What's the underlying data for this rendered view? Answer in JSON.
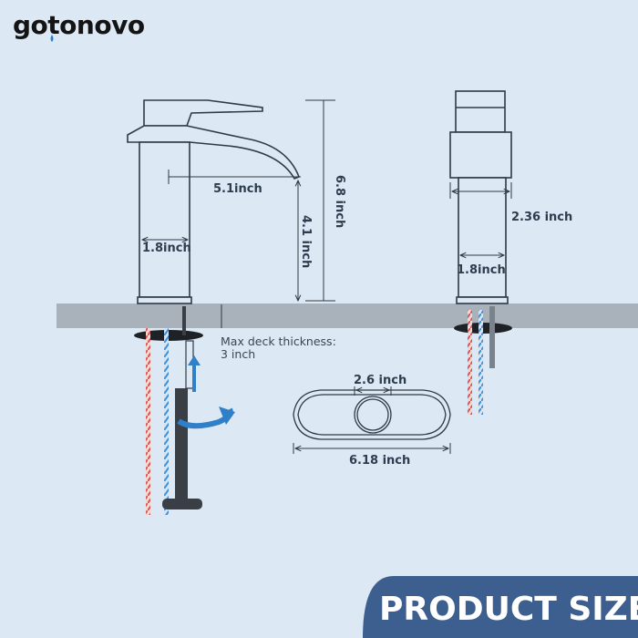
{
  "brand": {
    "name": "gotonovo"
  },
  "banner": {
    "label": "PRODUCT SIZE"
  },
  "dimensions": {
    "spout_reach": "5.1inch",
    "total_height": "6.8 inch",
    "spout_height": "4.1 inch",
    "base_width_front": "1.8inch",
    "base_width_side": "1.8inch",
    "body_depth": "2.36 inch",
    "hole_diameter": "2.6 inch",
    "plate_width": "6.18 inch"
  },
  "notes": {
    "deck_line1": "Max deck thickness:",
    "deck_line2": "3 inch"
  },
  "colors": {
    "background": "#dce8f3",
    "counter": "#a9b2ba",
    "outline": "#2f3a46",
    "accent_blue": "#2f7fc9",
    "banner": "#3d5f8f",
    "hot_line": "#d9534f",
    "cold_line": "#3f8fd8"
  }
}
